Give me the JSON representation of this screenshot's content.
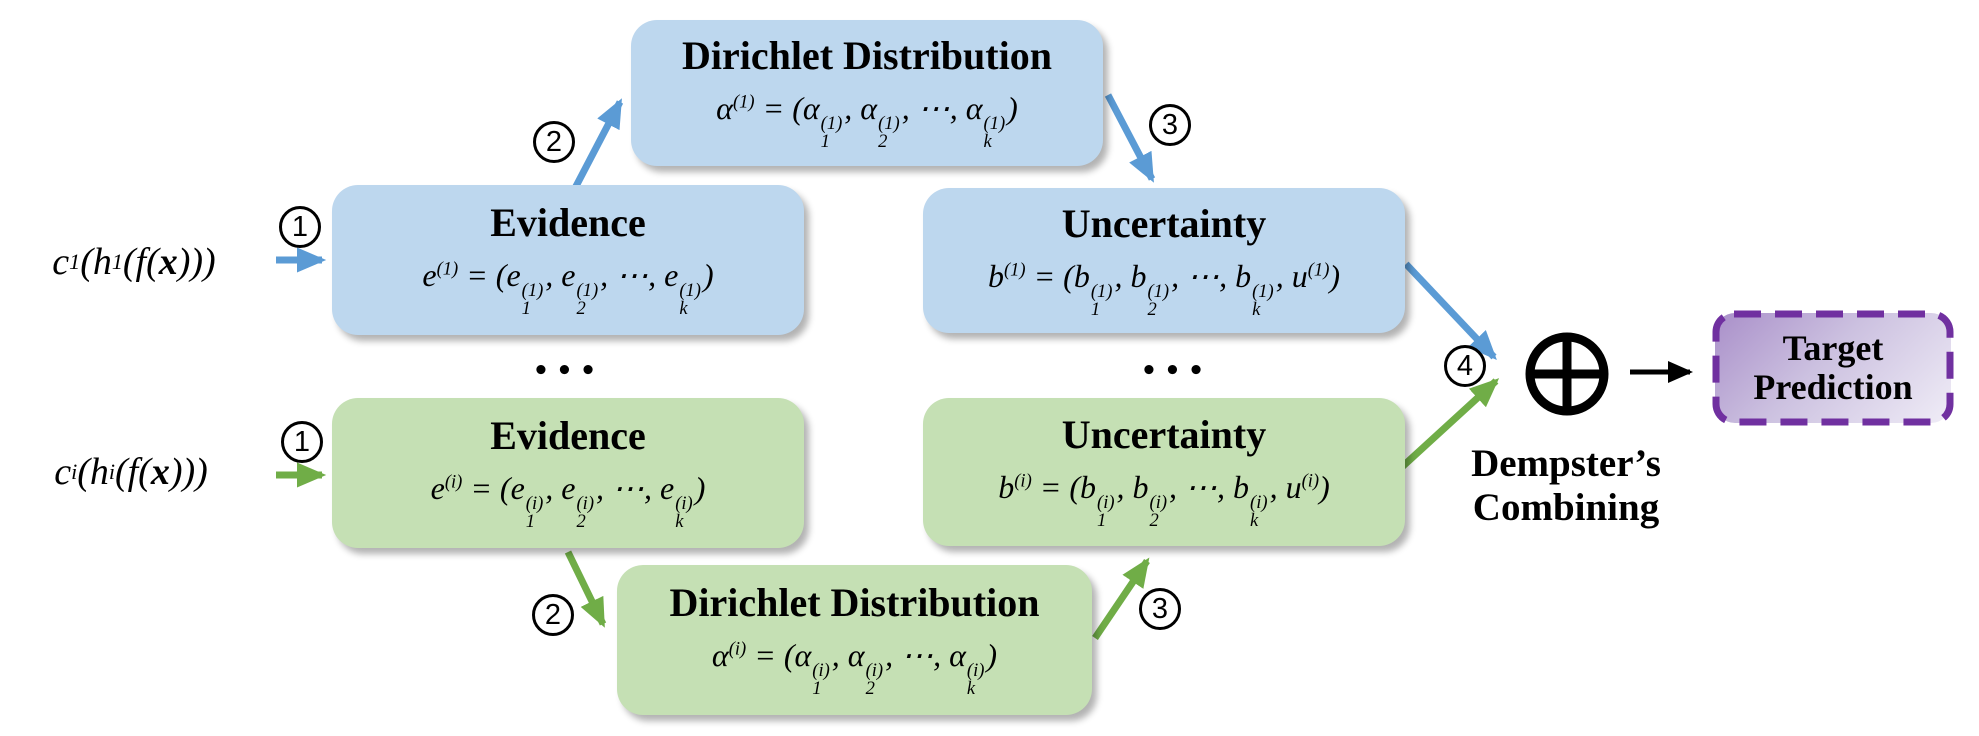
{
  "colors": {
    "blue_fill": "#BDD7EE",
    "green_fill": "#C5E0B4",
    "blue_arrow": "#5B9BD5",
    "green_arrow": "#70AD47",
    "black_arrow": "#000000",
    "purple_border": "#7030A0",
    "purple_fill_start": "#A98FC9",
    "purple_fill_end": "#F0EDF7",
    "text": "#000000"
  },
  "inputs": [
    {
      "formula": "c_{1} (h_{1}(f(*x*)))"
    },
    {
      "formula": "c_{i} (h_{i}(f(*x*)))"
    }
  ],
  "nodes": [
    {
      "theme": "blue",
      "title": "Dirichlet Distribution",
      "formula": "α^{(1)} = (α_{1}^{(1)}, α_{2}^{(1)}, ⋯, α_{k}^{(1)})"
    },
    {
      "theme": "blue",
      "title": "Evidence",
      "formula": "e^{(1)} = (e_{1}^{(1)}, e_{2}^{(1)}, ⋯, e_{k}^{(1)})"
    },
    {
      "theme": "blue",
      "title": "Uncertainty",
      "formula": "b^{(1)} = (b_{1}^{(1)}, b_{2}^{(1)}, ⋯, b_{k}^{(1)}, u^{(1)})"
    },
    {
      "theme": "green",
      "title": "Evidence",
      "formula": "e^{(i)} = (e_{1}^{(i)}, e_{2}^{(i)}, ⋯, e_{k}^{(i)})"
    },
    {
      "theme": "green",
      "title": "Uncertainty",
      "formula": "b^{(i)} = (b_{1}^{(i)}, b_{2}^{(i)}, ⋯, b_{k}^{(i)}, u^{(i)})"
    },
    {
      "theme": "green",
      "title": "Dirichlet Distribution",
      "formula": "α^{(i)} = (α_{1}^{(i)}, α_{2}^{(i)}, ⋯, α_{k}^{(i)})"
    }
  ],
  "badges": [
    "1",
    "2",
    "3",
    "1",
    "2",
    "3",
    "4"
  ],
  "ellipsis": "•••",
  "combiner": {
    "symbol": "⊕",
    "label_line1": "Dempster’s",
    "label_line2": "Combining"
  },
  "output": {
    "line1": "Target",
    "line2": "Prediction"
  }
}
